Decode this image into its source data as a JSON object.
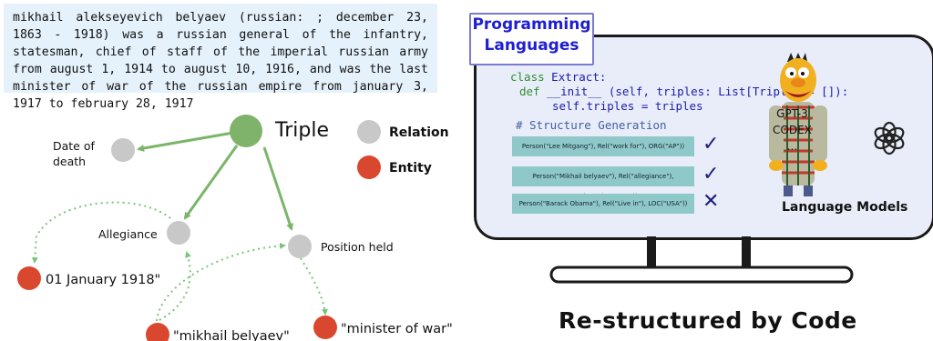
{
  "passage": {
    "text": "mikhail alekseyevich belyaev (russian: ; december 23, 1863 - 1918) was a russian general of the infantry, statesman, chief of staff of the imperial russian army from august 1, 1914 to august 10, 1916, and was the last minister of war of the russian empire from january 3, 1917 to february 28, 1917"
  },
  "graph": {
    "colors": {
      "triple": "#7fb26a",
      "relation": "#c8c8c8",
      "entity": "#d9482e",
      "arrow": "#7bb56a"
    },
    "triple_label": "Triple",
    "legend": {
      "relation": "Relation",
      "entity": "Entity"
    },
    "relations": {
      "date_of_death": "Date of\ndeath",
      "allegiance": "Allegiance",
      "position_held": "Position held"
    },
    "entities": {
      "date": "01 January 1918\"",
      "person": "\"mikhail belyaev\"",
      "position": "\"minister of war\""
    }
  },
  "code_panel": {
    "title_line1": "Programming",
    "title_line2": "Languages",
    "code_line1_kw": "class",
    "code_line1_rest": " Extract:",
    "code_line2_kw": "def",
    "code_line2_rest": " __init__ (self, triples: List[Triple] = []):",
    "code_line3": "self.triples = triples",
    "comment": "# Structure Generation",
    "generations": [
      {
        "text": "Person(\"Lee Mitgang\"),  Rel(\"work for\"), ORG(\"AP\"))",
        "mark": "✓"
      },
      {
        "text": "Person(\"Mikhail belyaev\"), Rel(\"allegiance\"), ORG(\"russian army\"))",
        "mark": "✓"
      },
      {
        "text": "Person(\"Barack Obama\"),  Rel(\"Live in\"), LOC(\"USA\"))",
        "mark": "✕"
      }
    ],
    "models": [
      "GPT-3",
      "CODEX",
      "..."
    ],
    "models_caption": "Language Models"
  },
  "caption": "Re-structured by Code"
}
